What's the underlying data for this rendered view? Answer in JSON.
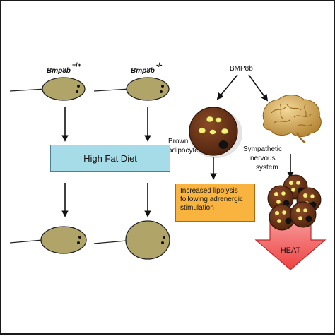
{
  "left": {
    "genotypes": [
      {
        "gene": "Bmp8b",
        "allele": "+/+"
      },
      {
        "gene": "Bmp8b",
        "allele": "-/-"
      }
    ],
    "diet_label": "High Fat Diet"
  },
  "right": {
    "top_label": "BMP8b",
    "brown_adipocyte_label": [
      "Brown",
      "adipocyte"
    ],
    "sympathetic_label": [
      "Sympathetic",
      "nervous",
      "system"
    ],
    "lipolysis_text": "Increased lipolysis following adrenergic stimulation",
    "heat_label": "HEAT"
  },
  "colors": {
    "mouse_body": "#b0a468",
    "diet_box": "#a6dbe8",
    "lipolysis_box": "#f8b43f",
    "adipocyte": "#6e3518",
    "lipid_droplet": "#f3ed7a",
    "heat_arrow": "#f15a5a",
    "brain": "#d9b36a"
  }
}
